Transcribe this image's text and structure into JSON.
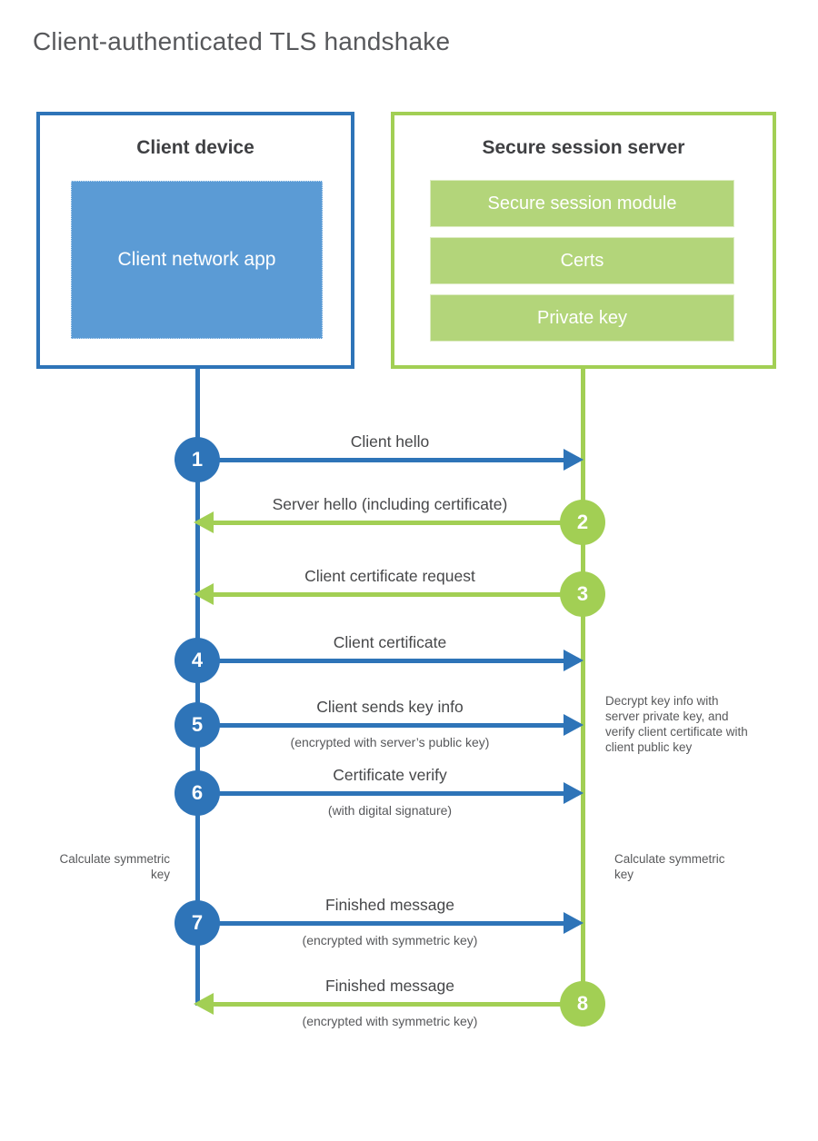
{
  "title": "Client-authenticated TLS handshake",
  "colors": {
    "blue": "#2e74b8",
    "blue_fill": "#5b9bd5",
    "green": "#a2cf54",
    "green_fill": "#b3d57a"
  },
  "client_box": {
    "heading": "Client device",
    "app_label": "Client network app"
  },
  "server_box": {
    "heading": "Secure session server",
    "modules": [
      "Secure session module",
      "Certs",
      "Private key"
    ]
  },
  "steps": [
    {
      "num": "1",
      "label": "Client hello",
      "sub": "",
      "from": "client",
      "to": "server"
    },
    {
      "num": "2",
      "label": "Server hello (including certificate)",
      "sub": "",
      "from": "server",
      "to": "client"
    },
    {
      "num": "3",
      "label": "Client certificate request",
      "sub": "",
      "from": "server",
      "to": "client"
    },
    {
      "num": "4",
      "label": "Client certificate",
      "sub": "",
      "from": "client",
      "to": "server"
    },
    {
      "num": "5",
      "label": "Client sends key info",
      "sub": "(encrypted with server’s public key)",
      "from": "client",
      "to": "server"
    },
    {
      "num": "6",
      "label": "Certificate verify",
      "sub": "(with digital signature)",
      "from": "client",
      "to": "server"
    },
    {
      "num": "7",
      "label": "Finished message",
      "sub": "(encrypted with symmetric key)",
      "from": "client",
      "to": "server"
    },
    {
      "num": "8",
      "label": "Finished message",
      "sub": "(encrypted with symmetric key)",
      "from": "server",
      "to": "client"
    }
  ],
  "annotations": {
    "decrypt_note": "Decrypt key info with server private key, and verify client certificate with client public key",
    "calculate_left": "Calculate symmetric key",
    "calculate_right": "Calculate symmetric key"
  }
}
